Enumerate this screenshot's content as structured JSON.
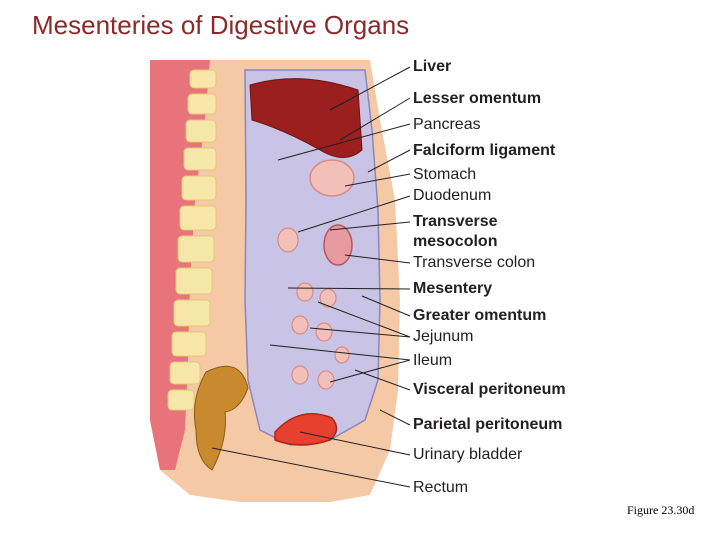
{
  "title": "Mesenteries of Digestive Organs",
  "figure_caption": "Figure 23.30d",
  "labels": [
    "Liver",
    "Lesser omentum",
    "Pancreas",
    "Falciform ligament",
    "Stomach",
    "Duodenum",
    "Transverse",
    "mesocolon",
    "Transverse colon",
    "Mesentery",
    "Greater omentum",
    "Jejunum",
    "Ileum",
    "Visceral peritoneum",
    "Parietal peritoneum",
    "Urinary bladder",
    "Rectum"
  ]
}
